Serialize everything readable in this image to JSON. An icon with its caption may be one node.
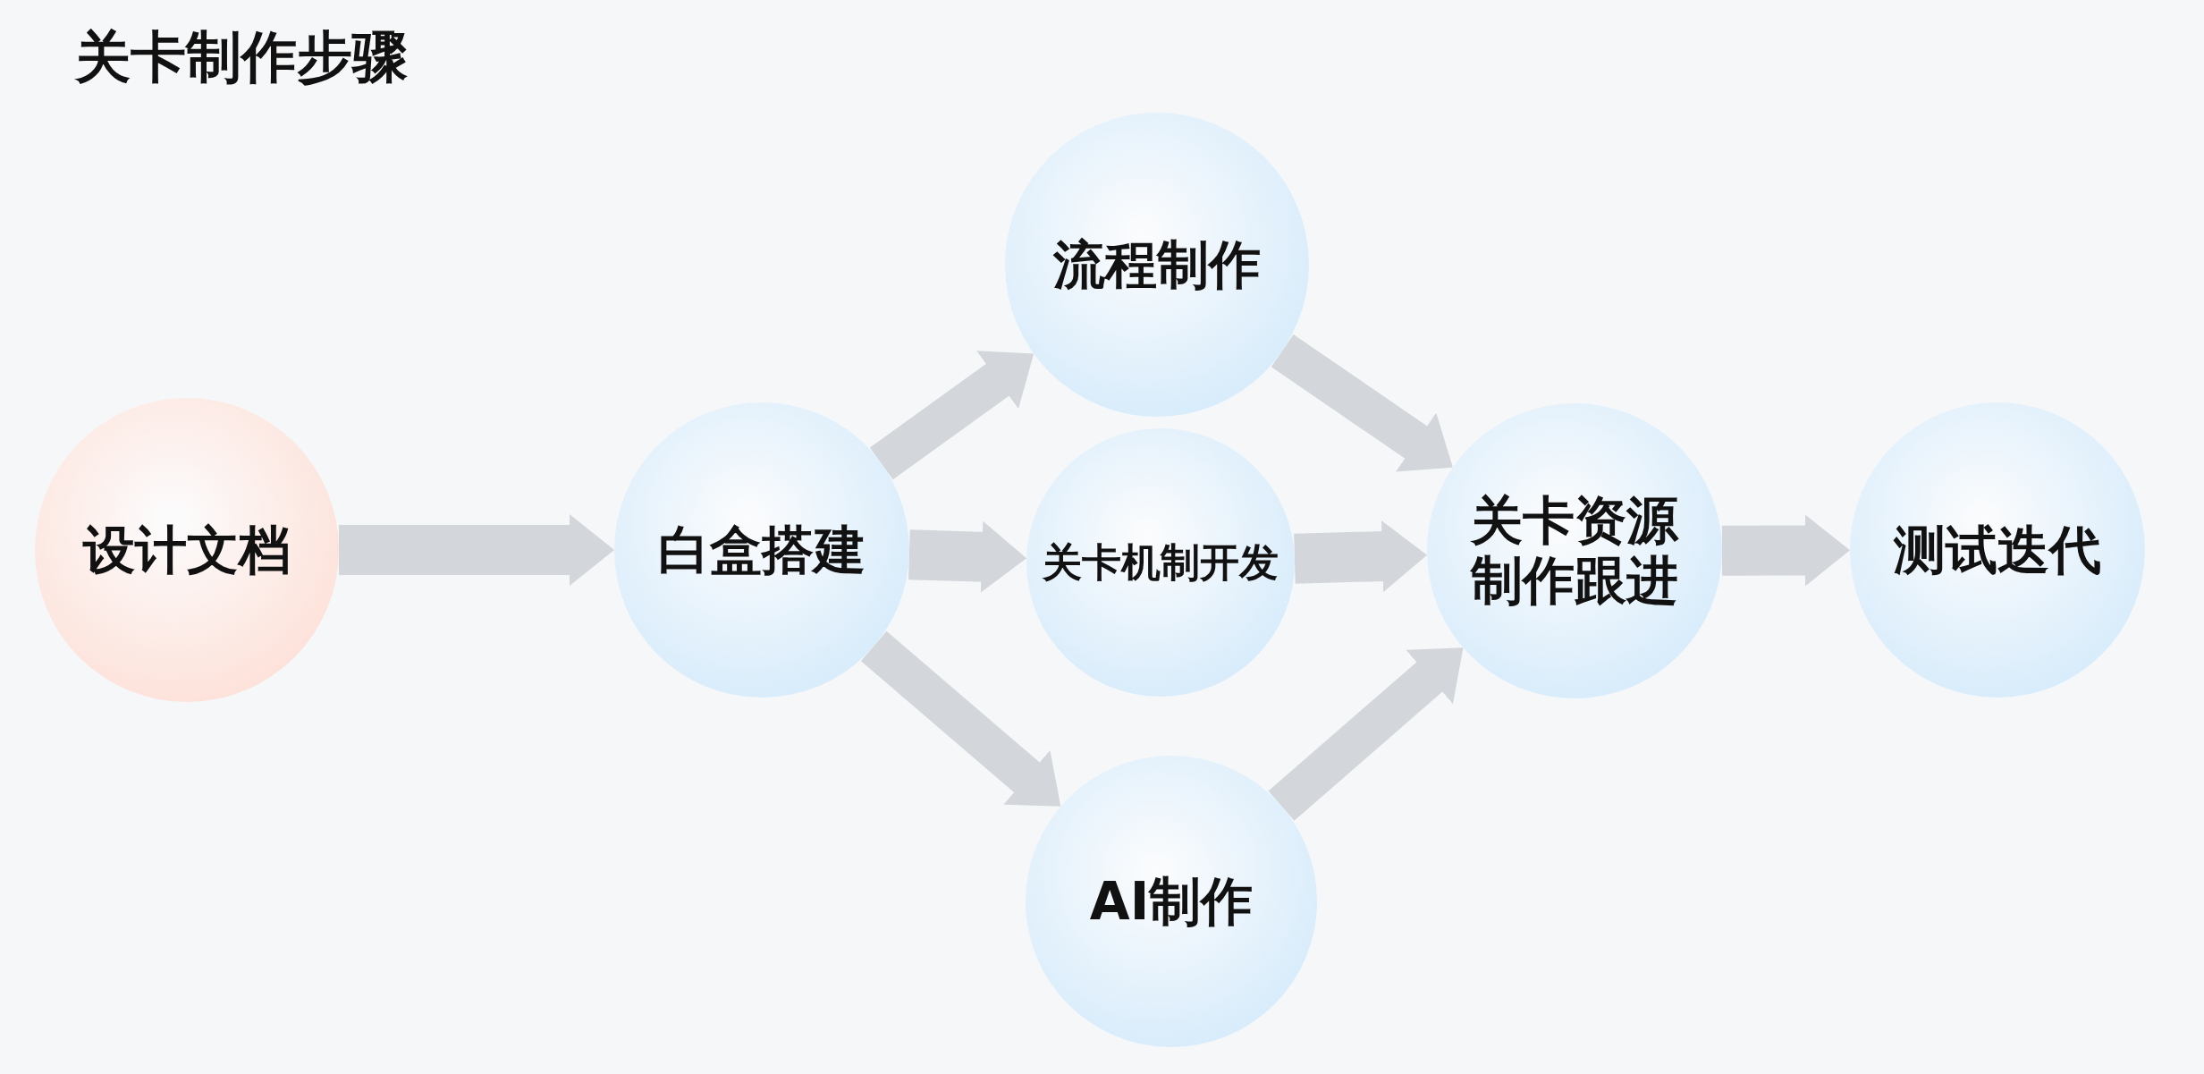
{
  "diagram": {
    "title": "关卡制作步骤",
    "nodes": [
      {
        "text": [
          "设计文档"
        ]
      },
      {
        "text": [
          "白盒搭建"
        ]
      },
      {
        "text": [
          "流程制作"
        ]
      },
      {
        "text": [
          "关卡机制开发"
        ]
      },
      {
        "text": [
          "AI制作"
        ]
      },
      {
        "text": [
          "关卡资源制作跟进"
        ]
      },
      {
        "text": [
          "测试迭代"
        ]
      }
    ],
    "edges": [
      {
        "from": 0,
        "to": 1,
        "arrow": "to"
      },
      {
        "from": 1,
        "to": 2,
        "arrow": "to"
      },
      {
        "from": 1,
        "to": 3,
        "arrow": "to"
      },
      {
        "from": 1,
        "to": 4,
        "arrow": "to"
      },
      {
        "from": 2,
        "to": 5,
        "arrow": "to"
      },
      {
        "from": 3,
        "to": 5,
        "arrow": "to"
      },
      {
        "from": 4,
        "to": 5,
        "arrow": "to"
      },
      {
        "from": 5,
        "to": 6,
        "arrow": "to"
      }
    ]
  }
}
